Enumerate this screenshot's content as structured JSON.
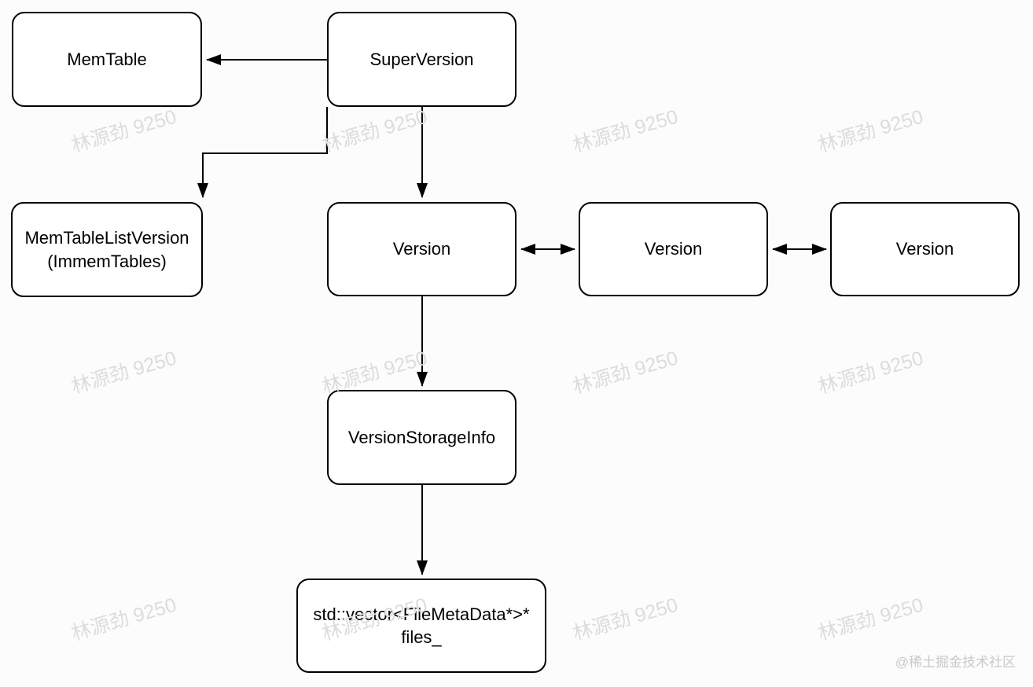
{
  "colors": {
    "background": "#fcfcfd",
    "node_fill": "#ffffff",
    "stroke": "#000000",
    "watermark": "#dcdcdc",
    "credit": "#c9c9c9"
  },
  "nodes": {
    "memtable": {
      "label": "MemTable"
    },
    "superversion": {
      "label": "SuperVersion"
    },
    "memtable_list_version": {
      "line1": "MemTableListVersion",
      "line2": "(ImmemTables)"
    },
    "version_1": {
      "label": "Version"
    },
    "version_2": {
      "label": "Version"
    },
    "version_3": {
      "label": "Version"
    },
    "version_storage_info": {
      "label": "VersionStorageInfo"
    },
    "files_vector": {
      "line1": "std::vector<FileMetaData*>*",
      "line2": "files_"
    }
  },
  "edges": {
    "superversion_to_memtable": "arrow-left",
    "superversion_to_memtable_list_version": "elbow-arrow-down",
    "superversion_to_version": "arrow-down",
    "version1_version2": "double-arrow",
    "version2_version3": "double-arrow",
    "version_to_version_storage_info": "arrow-down",
    "version_storage_info_to_files": "arrow-down"
  },
  "watermark": {
    "text": "林源劲 9250"
  },
  "credit": {
    "text": "@稀土掘金技术社区"
  }
}
